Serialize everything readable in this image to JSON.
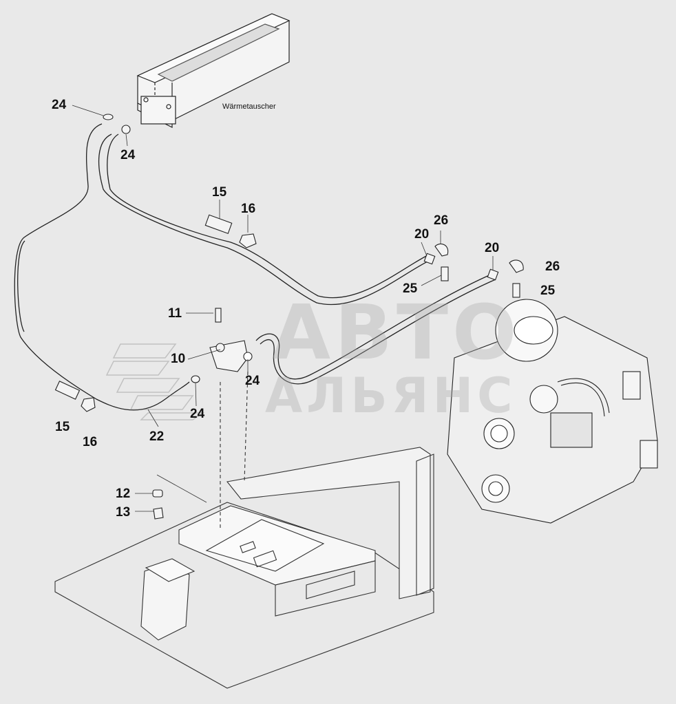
{
  "diagram": {
    "caption_heat_exchanger": "Wärmetauscher",
    "watermark_line1": "АВТО",
    "watermark_line2": "АЛЬЯНС",
    "part_labels": [
      {
        "id": "24a",
        "text": "24"
      },
      {
        "id": "24b",
        "text": "24"
      },
      {
        "id": "15a",
        "text": "15"
      },
      {
        "id": "16a",
        "text": "16"
      },
      {
        "id": "20a",
        "text": "20"
      },
      {
        "id": "26a",
        "text": "26"
      },
      {
        "id": "20b",
        "text": "20"
      },
      {
        "id": "26b",
        "text": "26"
      },
      {
        "id": "25a",
        "text": "25"
      },
      {
        "id": "25b",
        "text": "25"
      },
      {
        "id": "11",
        "text": "11"
      },
      {
        "id": "10",
        "text": "10"
      },
      {
        "id": "24c",
        "text": "24"
      },
      {
        "id": "24d",
        "text": "24"
      },
      {
        "id": "15b",
        "text": "15"
      },
      {
        "id": "16b",
        "text": "16"
      },
      {
        "id": "22",
        "text": "22"
      },
      {
        "id": "12",
        "text": "12"
      },
      {
        "id": "13",
        "text": "13"
      }
    ]
  }
}
